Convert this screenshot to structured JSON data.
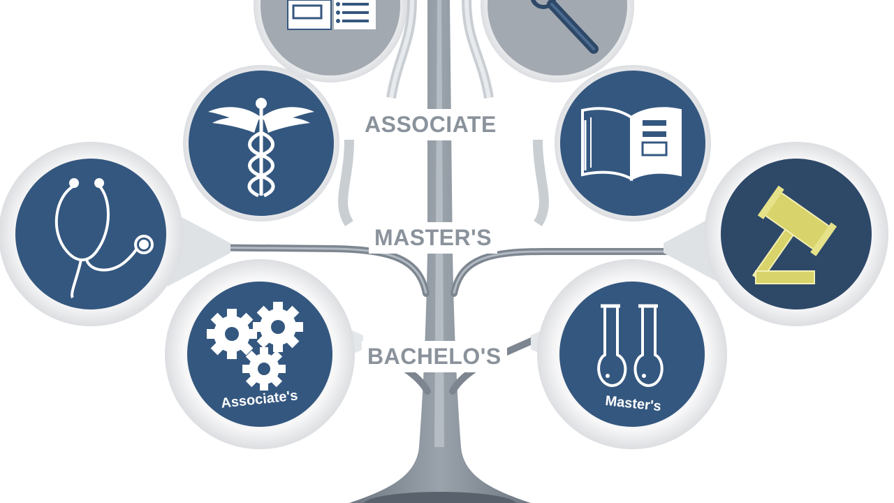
{
  "tiers": {
    "associate": "ASSOCIATE",
    "masters": "MASTER'S",
    "bachelors": "BACHELO'S"
  },
  "badges": {
    "gears_caption": "Associate's",
    "flasks_caption": "Master's"
  },
  "icons": [
    "document-list-icon",
    "magnifier-icon",
    "caduceus-icon",
    "open-book-icon",
    "stethoscope-icon",
    "gavel-icon",
    "gears-icon",
    "flasks-icon"
  ],
  "colors": {
    "circle_fill": "#34577f",
    "circle_fill_dark": "#2e4868",
    "top_circle_fill": "#a2a9b1",
    "trunk": "#7d8690",
    "ring": "#e9eaec",
    "gavel": "#d8d36a",
    "label_text": "#8a929b"
  }
}
